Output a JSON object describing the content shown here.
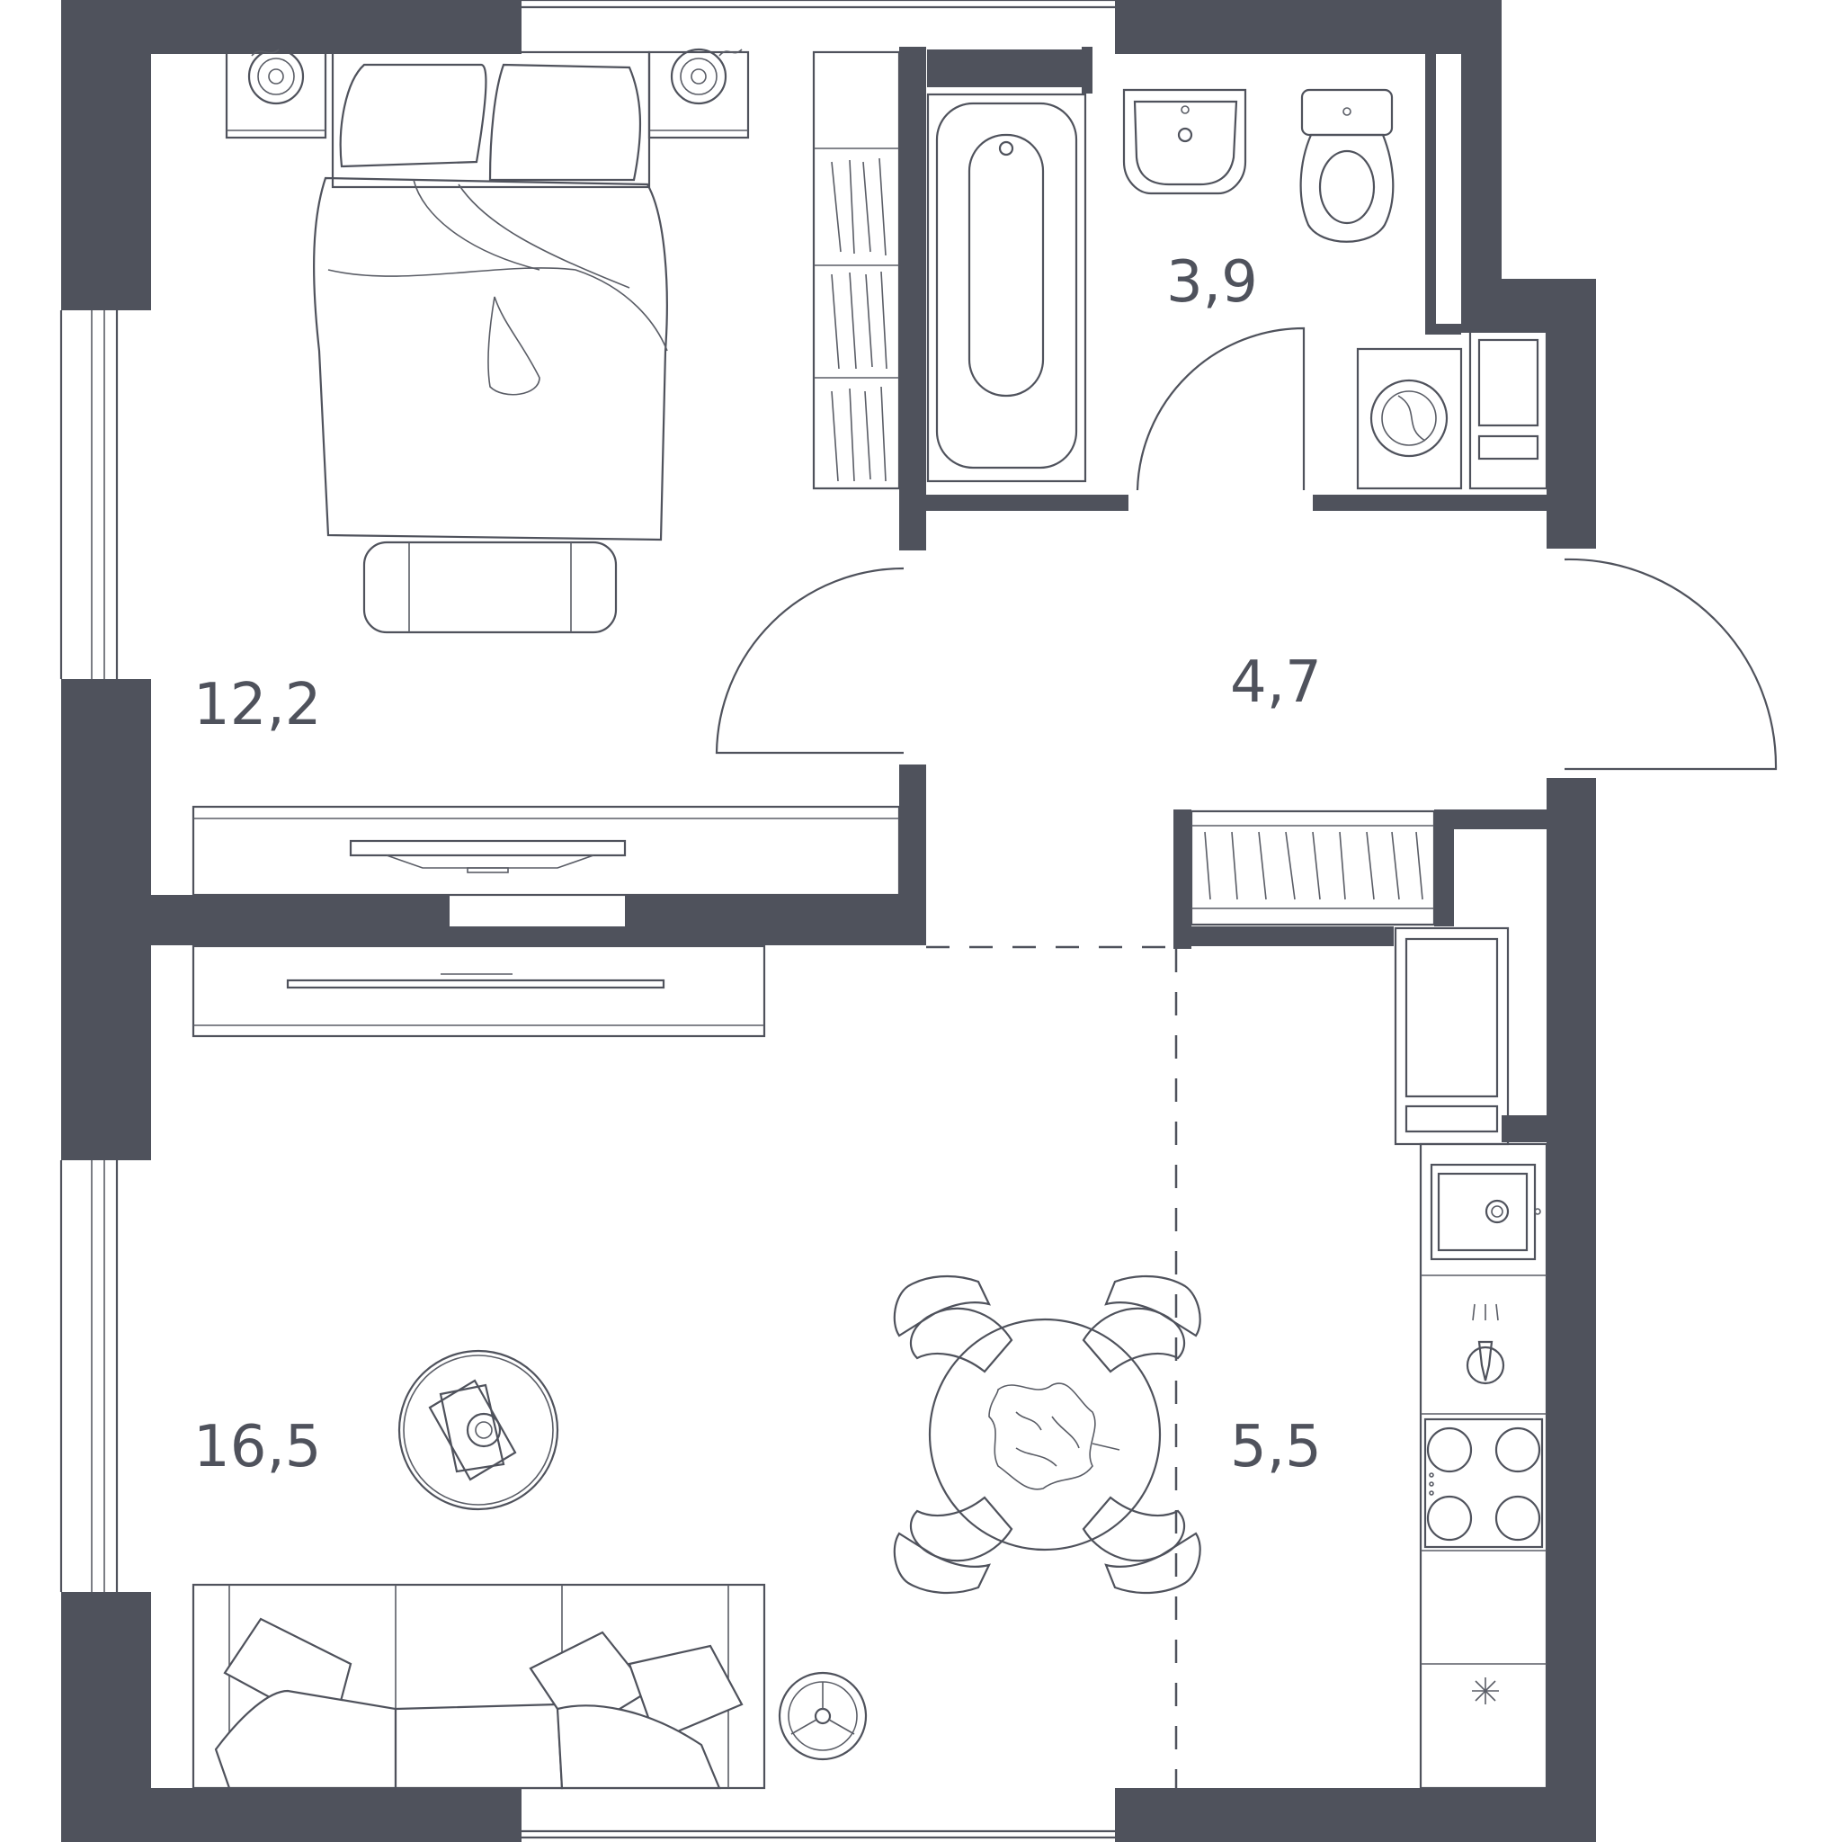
{
  "colors": {
    "wall": "#4f525c",
    "line": "#4f525c",
    "background": "#ffffff"
  },
  "rooms": [
    {
      "id": "bedroom",
      "area": "12,2"
    },
    {
      "id": "bathroom",
      "area": "3,9"
    },
    {
      "id": "hallway",
      "area": "4,7"
    },
    {
      "id": "living-room",
      "area": "16,5"
    },
    {
      "id": "kitchen",
      "area": "5,5"
    }
  ],
  "icons": [
    "bed-icon",
    "nightstand-lamp-icon",
    "bench-icon",
    "wardrobe-icon",
    "bathtub-icon",
    "sink-icon",
    "toilet-icon",
    "washing-machine-icon",
    "tv-icon",
    "sofa-icon",
    "coffee-table-icon",
    "dining-table-icon",
    "chair-icon",
    "fridge-icon",
    "kitchen-sink-icon",
    "stove-icon",
    "oven-icon",
    "vacuum-robot-icon",
    "door-swing-icon",
    "window-icon"
  ]
}
